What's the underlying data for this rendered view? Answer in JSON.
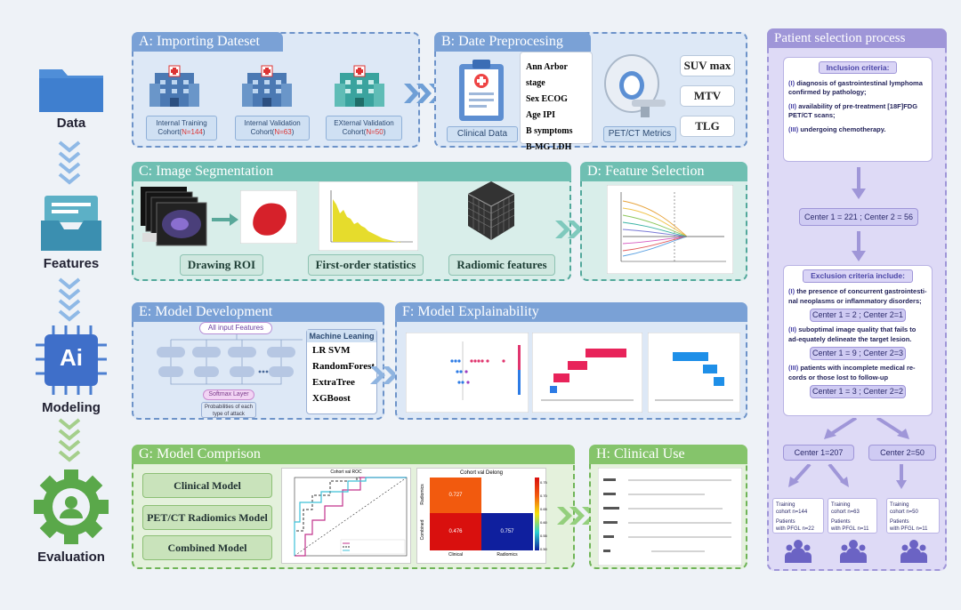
{
  "sidebar": {
    "data": "Data",
    "features": "Features",
    "modeling": "Modeling",
    "evaluation": "Evaluation",
    "ai_text": "Ai"
  },
  "panel_a": {
    "title": "A: Importing Dateset",
    "cohorts": [
      {
        "name": "Internal Training",
        "line2": "Cohort(",
        "n": "N=144",
        "end": ")"
      },
      {
        "name": "Internal Validation",
        "line2": "Cohort(",
        "n": "N=63",
        "end": ")"
      },
      {
        "name": "EXternal Validation",
        "line2": "Cohort(",
        "n": "N=50",
        "end": ")"
      }
    ]
  },
  "panel_b": {
    "title": "B: Date Preprocesing",
    "clinical_label": "Clinical Data",
    "clinical_items": [
      "Ann Arbor stage",
      "Sex ECOG",
      "Age IPI",
      "B symptoms",
      "B-MG LDH"
    ],
    "petct_label": "PET/CT Metrics",
    "metrics": [
      "SUV max",
      "MTV",
      "TLG"
    ]
  },
  "panel_c": {
    "title": "C: Image Segmentation",
    "captions": [
      "Drawing ROI",
      "First-order statistics",
      "Radiomic features"
    ]
  },
  "panel_d": {
    "title": "D: Feature Selection"
  },
  "panel_e": {
    "title": "E: Model Development",
    "all_input": "All input Features",
    "softmax": "Softmax Layer",
    "prob": "Probabilities of each type of attack",
    "ml_title": "Machine Leaning",
    "ml_items": [
      "LR  SVM",
      "RandomForest",
      "ExtraTree",
      "XGBoost"
    ]
  },
  "panel_f": {
    "title": "F: Model Explainability"
  },
  "panel_g": {
    "title": "G: Model Comprison",
    "models": [
      "Clinical Model",
      "PET/CT Radiomics Model",
      "Combined Model"
    ],
    "roc_title": "Cohort val ROC",
    "delong_title": "Cohort val Delong",
    "heat_cells": [
      "0.727",
      "",
      "0.476",
      "0.757"
    ],
    "heat_x": [
      "Clinical",
      "Radiomics"
    ],
    "heat_y": [
      "Radiomics",
      "Combined"
    ],
    "colorbar_ticks": [
      "0.75",
      "0.70",
      "0.65",
      "0.60",
      "0.55",
      "0.50"
    ]
  },
  "panel_h": {
    "title": "H: Clinical Use"
  },
  "selection": {
    "title": "Patient selection process",
    "inclusion_title": "Inclusion criteria:",
    "inclusion": [
      {
        "num": "(I)",
        "text": "diagnosis of gastrointestinal lymphoma confirmed by pathology;"
      },
      {
        "num": "(II)",
        "text": "availability of pre-treatment [18F]FDG PET/CT scans;"
      },
      {
        "num": "(III)",
        "text": "undergoing chemotherapy."
      }
    ],
    "center_total": "Center 1 = 221 ; Center 2 =  56",
    "exclusion_title": "Exclusion criteria include:",
    "exclusion": [
      {
        "num": "(I)",
        "text": "the presence of concurrent gastrointesti-nal neoplasms or inflammatory disorders;",
        "centers": "Center 1 = 2  ; Center 2=1"
      },
      {
        "num": "(II)",
        "text": "suboptimal image quality that fails to ad-equately delineate the target lesion.",
        "centers": "Center 1 = 9  ; Center 2=3"
      },
      {
        "num": "(III)",
        "text": "patients with incomplete medical re-cords or those lost to follow-up",
        "centers": "Center 1 = 3  ; Center 2=2"
      }
    ],
    "center1_final": "Center 1=207",
    "center2_final": "Center 2=50",
    "groups": [
      {
        "l1": "Training",
        "l2": "cohort n=144",
        "l3": "Patients",
        "l4": "with PFGL n=22"
      },
      {
        "l1": "Training",
        "l2": "cohort n=63",
        "l3": "Patients",
        "l4": "with PFGL n=11"
      },
      {
        "l1": "Training",
        "l2": "cohort n=50",
        "l3": "Patients",
        "l4": "with PFGL n=11"
      }
    ]
  },
  "colors": {
    "blue": "#7aa1d6",
    "teal": "#6fbfb2",
    "green": "#85c46b",
    "purple": "#9f96d8"
  }
}
